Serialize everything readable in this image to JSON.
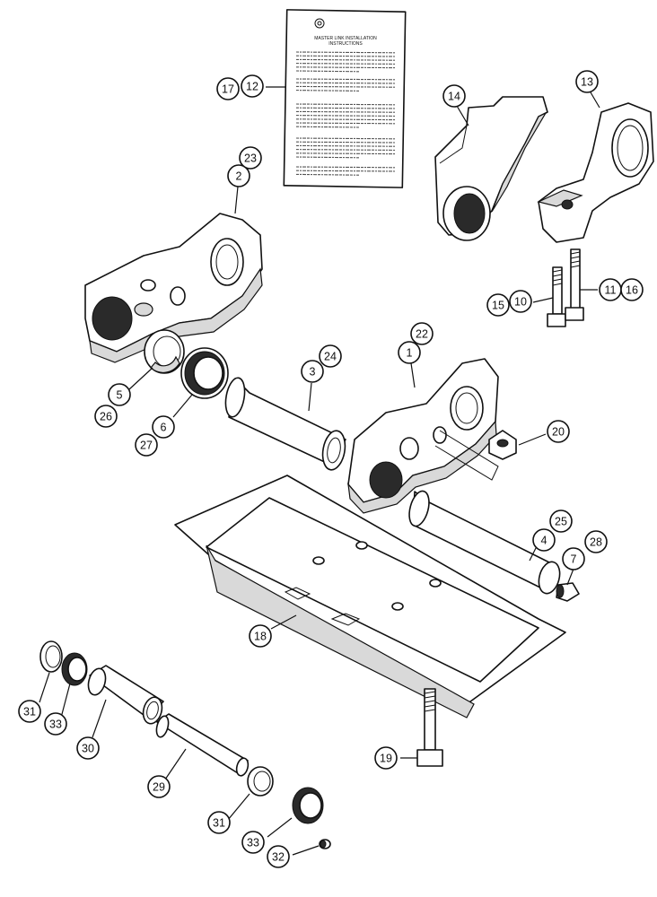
{
  "diagram": {
    "instruction_card": {
      "title_line1": "MASTER LINK INSTALLATION",
      "title_line2": "INSTRUCTIONS"
    },
    "callouts": [
      {
        "id": "c17",
        "label": "17"
      },
      {
        "id": "c12",
        "label": "12"
      },
      {
        "id": "c14",
        "label": "14"
      },
      {
        "id": "c13",
        "label": "13"
      },
      {
        "id": "c2",
        "label": "2"
      },
      {
        "id": "c23",
        "label": "23"
      },
      {
        "id": "c15",
        "label": "15"
      },
      {
        "id": "c10",
        "label": "10"
      },
      {
        "id": "c11",
        "label": "11"
      },
      {
        "id": "c16",
        "label": "16"
      },
      {
        "id": "c1",
        "label": "1"
      },
      {
        "id": "c22",
        "label": "22"
      },
      {
        "id": "c3",
        "label": "3"
      },
      {
        "id": "c24",
        "label": "24"
      },
      {
        "id": "c5",
        "label": "5"
      },
      {
        "id": "c26",
        "label": "26"
      },
      {
        "id": "c6",
        "label": "6"
      },
      {
        "id": "c27",
        "label": "27"
      },
      {
        "id": "c20",
        "label": "20"
      },
      {
        "id": "c4",
        "label": "4"
      },
      {
        "id": "c25",
        "label": "25"
      },
      {
        "id": "c7",
        "label": "7"
      },
      {
        "id": "c28",
        "label": "28"
      },
      {
        "id": "c18",
        "label": "18"
      },
      {
        "id": "c31a",
        "label": "31"
      },
      {
        "id": "c33a",
        "label": "33"
      },
      {
        "id": "c30",
        "label": "30"
      },
      {
        "id": "c29",
        "label": "29"
      },
      {
        "id": "c19",
        "label": "19"
      },
      {
        "id": "c31b",
        "label": "31"
      },
      {
        "id": "c33b",
        "label": "33"
      },
      {
        "id": "c32",
        "label": "32"
      }
    ]
  }
}
